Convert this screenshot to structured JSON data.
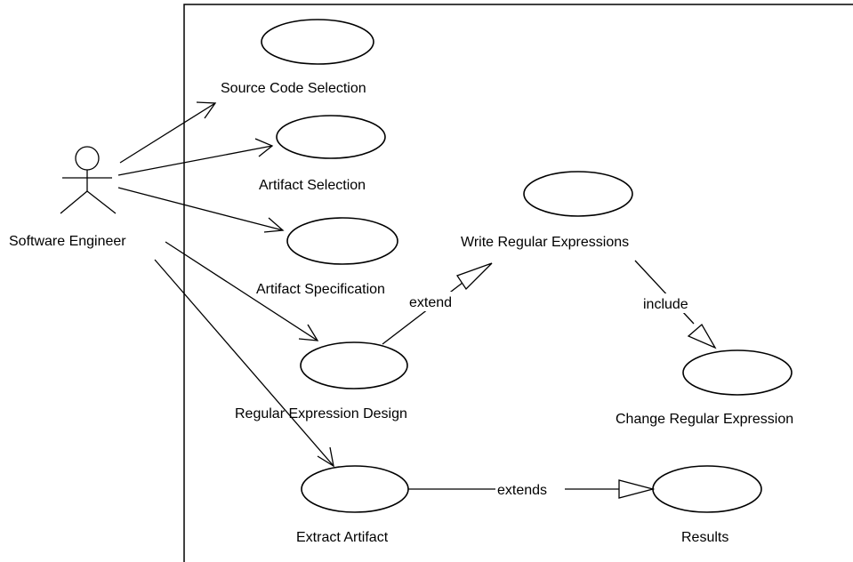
{
  "actor": {
    "name": "Software Engineer"
  },
  "use_cases": [
    {
      "id": "source",
      "label": "Source Code Selection"
    },
    {
      "id": "artsel",
      "label": "Artifact Selection"
    },
    {
      "id": "artspec",
      "label": "Artifact Specification"
    },
    {
      "id": "redesign",
      "label": "Regular Expression Design"
    },
    {
      "id": "extract",
      "label": "Extract Artifact"
    },
    {
      "id": "write",
      "label": "Write Regular Expressions"
    },
    {
      "id": "change",
      "label": "Change Regular Expression"
    },
    {
      "id": "results",
      "label": "Results"
    }
  ],
  "relations": [
    {
      "label": "extend"
    },
    {
      "label": "include"
    },
    {
      "label": "extends"
    }
  ]
}
